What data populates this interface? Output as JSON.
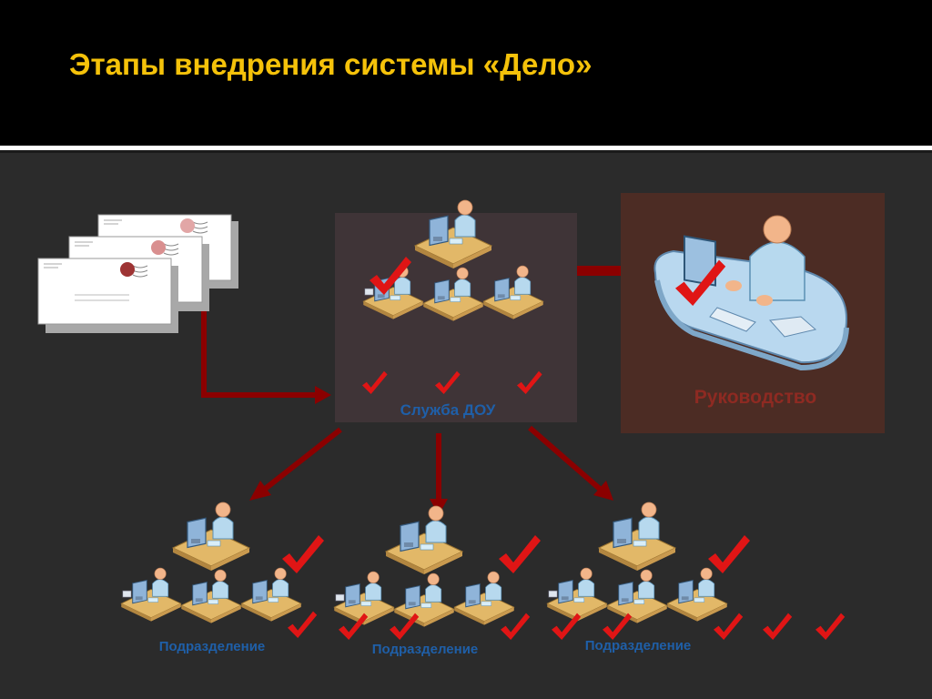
{
  "slide": {
    "title": "Этапы внедрения системы «Дело»"
  },
  "center": {
    "label": "Служба ДОУ"
  },
  "management": {
    "label": "Руководство"
  },
  "divisions": [
    {
      "label": "Подразделение"
    },
    {
      "label": "Подразделение"
    },
    {
      "label": "Подразделение"
    }
  ],
  "colors": {
    "title": "#f5c20a",
    "arrow": "#8b0000",
    "check": "#e01515",
    "center_box": "#3f3437",
    "management_box": "#4c2c24",
    "division_label": "#1f5fa8",
    "management_label": "#8e2a22"
  }
}
